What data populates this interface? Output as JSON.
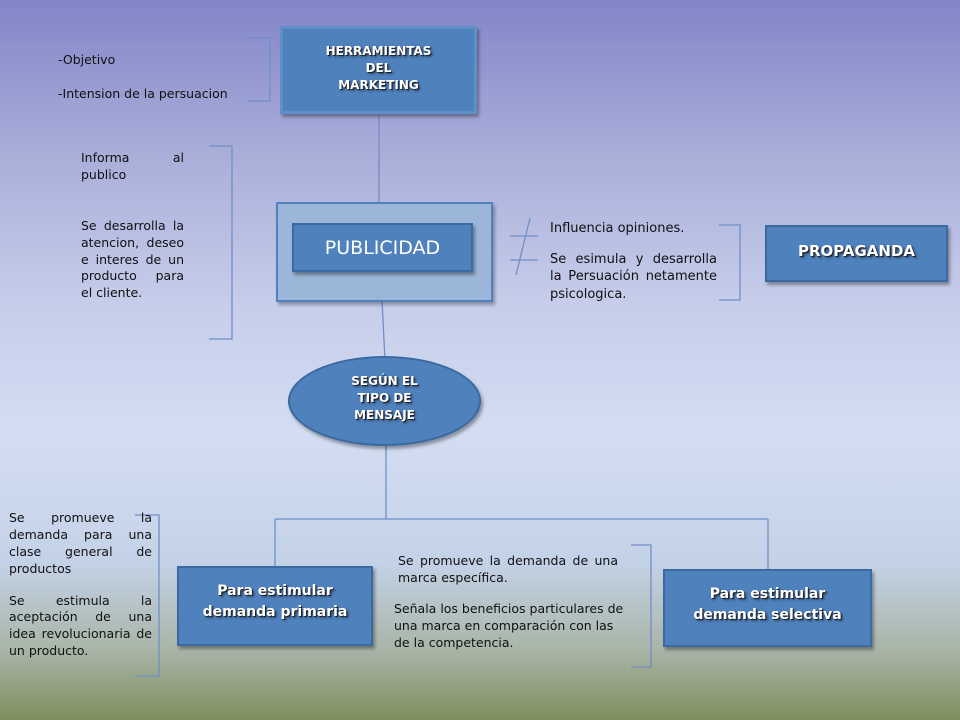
{
  "nodes": {
    "herramientas": [
      "HERRAMIENTAS",
      "DEL",
      "MARKETING"
    ],
    "publicidad": "PUBLICIDAD",
    "propaganda": "PROPAGANDA",
    "segun": [
      "SEGÚN EL",
      "TIPO DE",
      "MENSAJE"
    ],
    "primaria": [
      "Para estimular",
      "demanda primaria"
    ],
    "selectiva": [
      "Para estimular",
      "demanda selectiva"
    ]
  },
  "notes": {
    "top_left": [
      "-Objetivo",
      "-Intension de la persuacion"
    ],
    "publicidad_left": [
      "Informa al publico",
      "Se desarrolla la atencion, deseo e interes de un producto para el cliente."
    ],
    "propaganda_left": [
      "Influencia opiniones.",
      "Se esimula y desarrolla la Persuación netamente psicologica."
    ],
    "primaria_left": [
      "Se promueve la demanda para una clase general de productos",
      " Se estimula la aceptación de una idea revolucionaria de un producto."
    ],
    "selectiva_left": [
      "Se promueve la demanda de una marca específica.",
      "Señala los beneficios particulares de una marca en comparación con las de la competencia."
    ]
  },
  "colors": {
    "box_fill": "#4f81bd",
    "box_border": "#3a6aa0",
    "outer_frame": "#9bb6d8",
    "connector": "#6f8fc6"
  }
}
